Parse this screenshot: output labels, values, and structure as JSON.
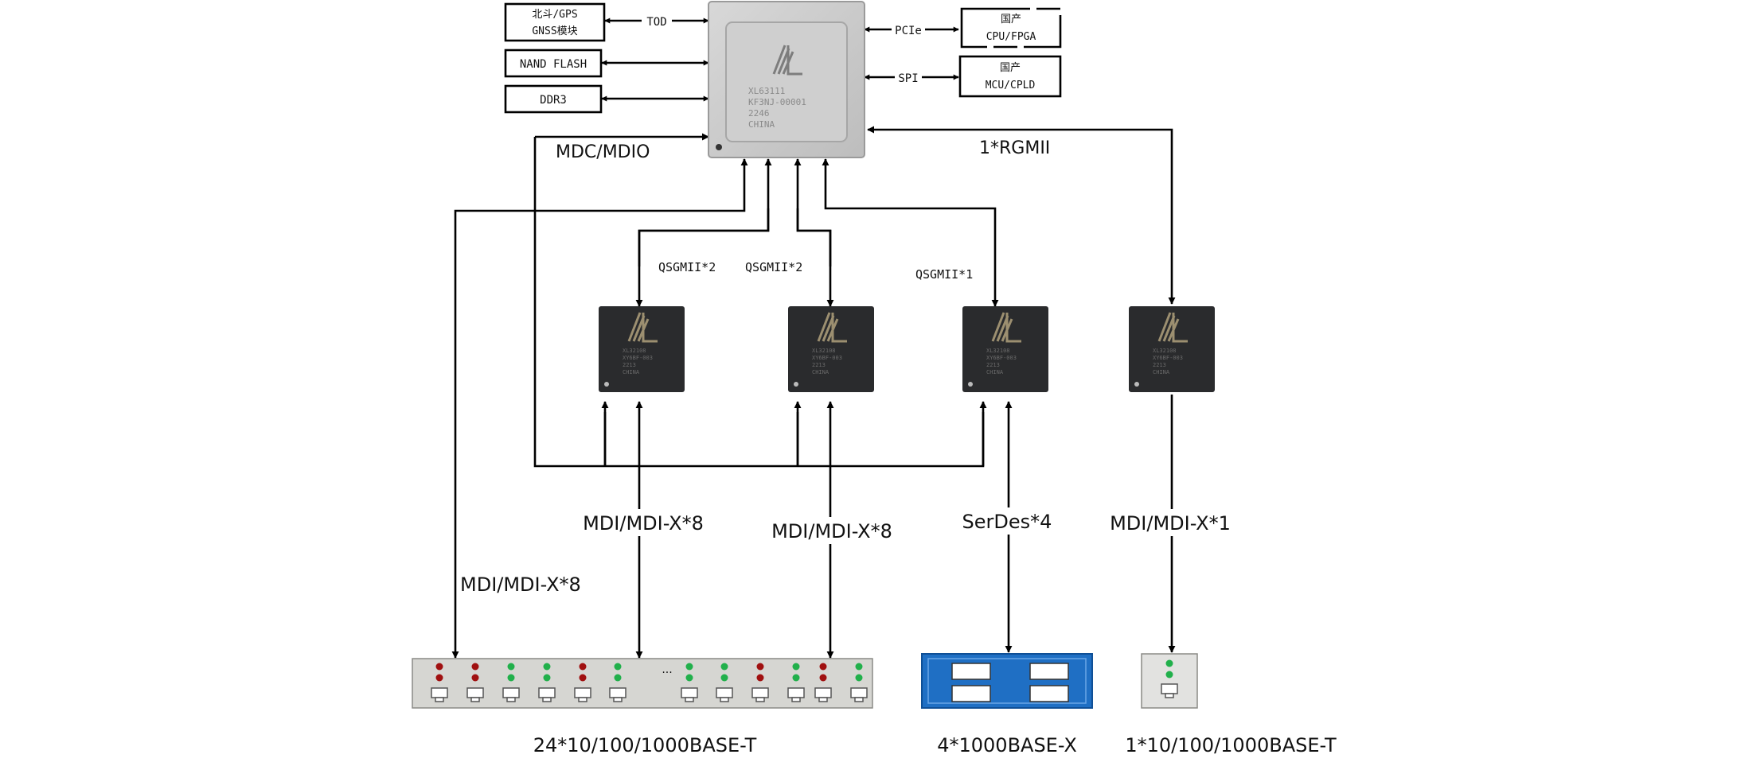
{
  "main_chip": {
    "lines": [
      "XL63111",
      "KF3NJ-00001",
      "2246",
      "CHINA"
    ]
  },
  "peripherals": {
    "gnss": [
      "北斗/GPS",
      "GNSS模块"
    ],
    "nand": "NAND FLASH",
    "ddr": "DDR3",
    "cpu": [
      "国产",
      "CPU/FPGA"
    ],
    "mcu": [
      "国产",
      "MCU/CPLD"
    ]
  },
  "links": {
    "tod": "TOD",
    "pcie": "PCIe",
    "spi": "SPI",
    "mdc": "MDC/MDIO",
    "rgmii": "1*RGMII",
    "qsgmii_a": "QSGMII*2",
    "qsgmii_b": "QSGMII*2",
    "qsgmii_c": "QSGMII*1"
  },
  "phy_chip": {
    "lines": [
      "XL32108",
      "XY6BF-003",
      "2213",
      "CHINA"
    ]
  },
  "media": {
    "mdi_left": "MDI/MDI-X*8",
    "mdi_a": "MDI/MDI-X*8",
    "mdi_b": "MDI/MDI-X*8",
    "serdes": "SerDes*4",
    "mdi_single": "MDI/MDI-X*1"
  },
  "ports": {
    "rj45_group": "24*10/100/1000BASE-T",
    "sfp_group": "4*1000BASE-X",
    "rj45_single": "1*10/100/1000BASE-T",
    "ellipsis": "···",
    "led_colors": {
      "red": "#a01010",
      "green": "#21b04b"
    }
  },
  "colors": {
    "line": "#000000",
    "main_chip": "#c9c9c9",
    "phy_chip": "#2a2b2d",
    "sfp_cage": "#1f6fc4",
    "port_strip": "#d6d6d2"
  }
}
